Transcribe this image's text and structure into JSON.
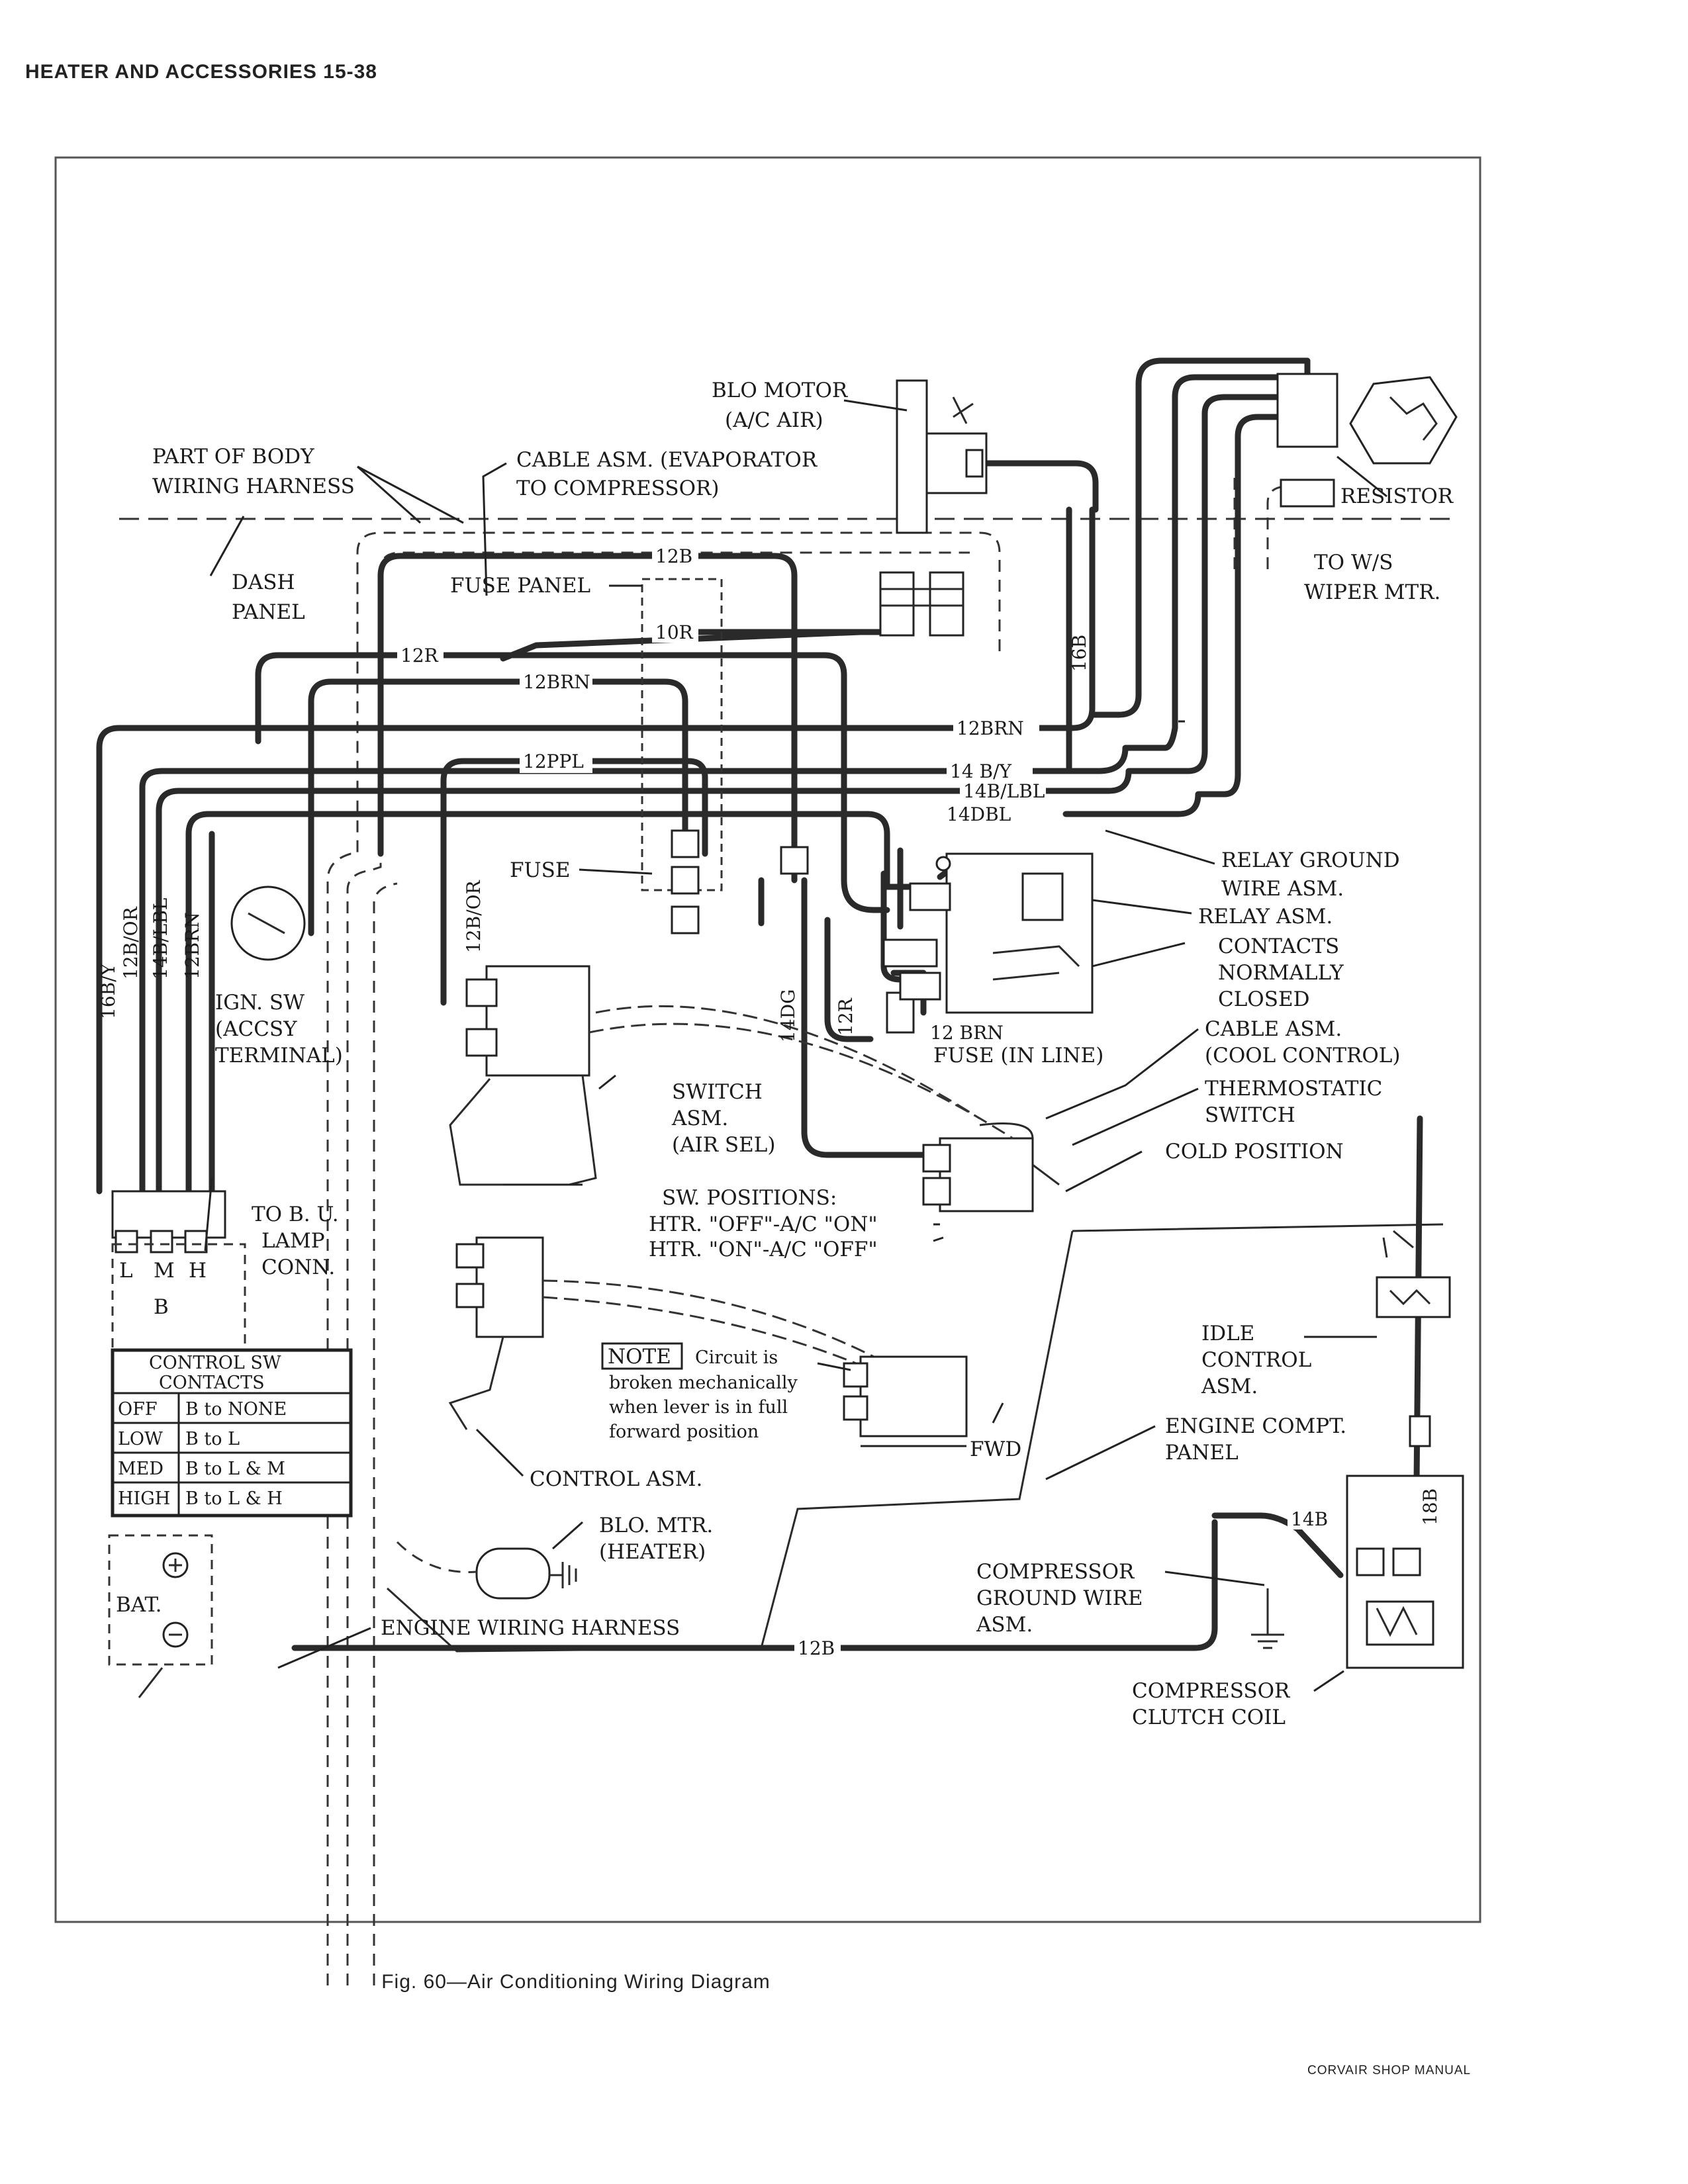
{
  "page": {
    "header": "HEATER AND ACCESSORIES 15-38",
    "caption": "Fig. 60—Air Conditioning Wiring Diagram",
    "footer": "CORVAIR SHOP MANUAL"
  },
  "labels": {
    "blo_motor_ac": [
      "BLO MOTOR",
      "(A/C AIR)"
    ],
    "part_of_body_harness": [
      "PART OF BODY",
      "WIRING HARNESS"
    ],
    "cable_asm_evap": [
      "CABLE ASM. (EVAPORATOR",
      "TO COMPRESSOR)"
    ],
    "resistor": "RESISTOR",
    "dash_panel": [
      "DASH",
      "PANEL"
    ],
    "fuse_panel": "FUSE PANEL",
    "to_ws_wiper": [
      "TO W/S",
      "WIPER MTR."
    ],
    "relay_ground_wire": [
      "RELAY GROUND",
      "WIRE ASM."
    ],
    "fuse": "FUSE",
    "relay_asm": "RELAY ASM.",
    "contacts_normally_closed": [
      "CONTACTS",
      "NORMALLY",
      "CLOSED"
    ],
    "ign_sw": [
      "IGN. SW",
      "(ACCSY",
      "TERMINAL)"
    ],
    "fuse_in_line": "FUSE (IN LINE)",
    "cable_asm_cool": [
      "CABLE ASM.",
      "(COOL CONTROL)"
    ],
    "switch_asm": [
      "SWITCH",
      "ASM.",
      "(AIR SEL)"
    ],
    "thermostatic_switch": [
      "THERMOSTATIC",
      "SWITCH"
    ],
    "cold_position": "COLD POSITION",
    "to_bu_lamp": [
      "TO B. U.",
      "LAMP",
      "CONN."
    ],
    "sw_positions": [
      "SW. POSITIONS:",
      "HTR. \"OFF\"-A/C \"ON\"",
      "HTR. \"ON\"-A/C \"OFF\""
    ],
    "idle_control": [
      "IDLE",
      "CONTROL",
      "ASM."
    ],
    "note_box": "NOTE",
    "note_text": [
      "Circuit is",
      "broken mechanically",
      "when lever is in full",
      "forward position"
    ],
    "fwd": "FWD",
    "engine_compt_panel": [
      "ENGINE COMPT.",
      "PANEL"
    ],
    "control_asm": "CONTROL ASM.",
    "blo_mtr_heater": [
      "BLO. MTR.",
      "(HEATER)"
    ],
    "bat": "BAT.",
    "engine_wiring_harness": "ENGINE WIRING HARNESS",
    "compressor_ground": [
      "COMPRESSOR",
      "GROUND WIRE",
      "ASM."
    ],
    "compressor_clutch": [
      "COMPRESSOR",
      "CLUTCH COIL"
    ],
    "switch_terms": [
      "L",
      "M",
      "H",
      "B"
    ]
  },
  "wire_labels": {
    "w12b_top": "12B",
    "w10r": "10R",
    "w12r": "12R",
    "w12brn_a": "12BRN",
    "w12brn_b": "12BRN",
    "w16b": "16B",
    "w12ppl": "12PPL",
    "w14by": "14 B/Y",
    "w14blbl": "14B/LBL",
    "w14dbl": "14DBL",
    "w16by": "16B/Y",
    "w12bor_a": "12B/OR",
    "w14blbl_v": "14B/LBL",
    "w12brn_v": "12BRN",
    "w12bor_b": "12B/OR",
    "w14dg": "14DG",
    "w12r_v": "12R",
    "w12brn_c": "12 BRN",
    "w14b": "14B",
    "w18b": "18B",
    "w12b_bottom": "12B"
  },
  "control_table": {
    "title": [
      "CONTROL SW",
      "CONTACTS"
    ],
    "rows": [
      [
        "OFF",
        "B to NONE"
      ],
      [
        "LOW",
        "B to L"
      ],
      [
        "MED",
        "B to L & M"
      ],
      [
        "HIGH",
        "B to L & H"
      ]
    ]
  }
}
